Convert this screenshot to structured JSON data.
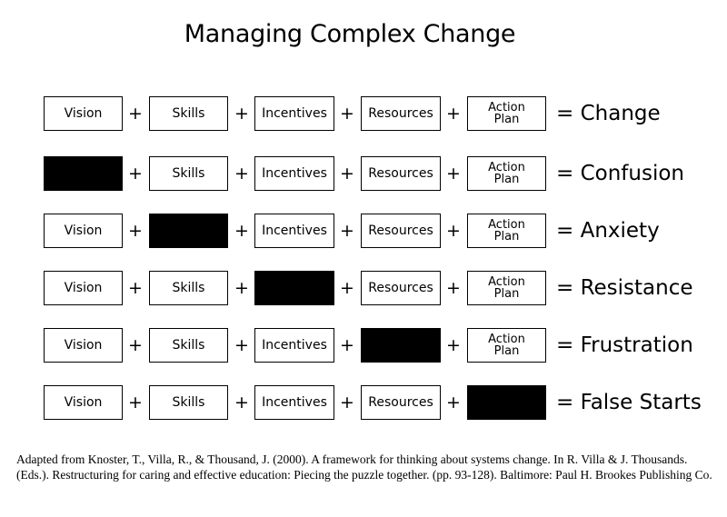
{
  "title": "Managing Complex Change",
  "plus_symbol": "+",
  "components": [
    "Vision",
    "Skills",
    "Incentives",
    "Resources",
    "Action\nPlan"
  ],
  "rows": [
    {
      "missing": null,
      "result": "= Change"
    },
    {
      "missing": 0,
      "result": "= Confusion"
    },
    {
      "missing": 1,
      "result": "= Anxiety"
    },
    {
      "missing": 2,
      "result": "= Resistance"
    },
    {
      "missing": 3,
      "result": "= Frustration"
    },
    {
      "missing": 4,
      "result": "= False Starts"
    }
  ],
  "colors": {
    "missing_fill": "#000000",
    "box_border": "#000000"
  },
  "citation": "Adapted from Knoster, T., Villa, R., & Thousand, J. (2000). A framework for thinking about systems change. In R. Villa & J. Thousands. (Eds.). Restructuring for caring and effective education: Piecing the puzzle together. (pp. 93-128). Baltimore: Paul H. Brookes Publishing Co."
}
